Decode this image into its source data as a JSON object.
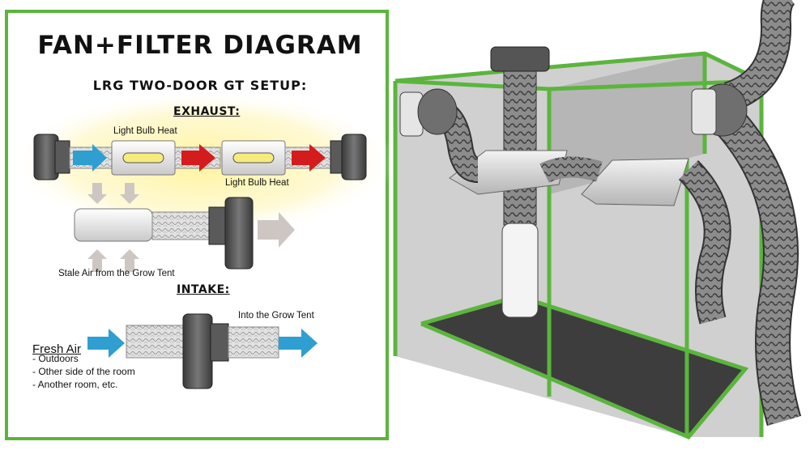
{
  "diagram": {
    "title": "FAN+FILTER DIAGRAM",
    "subtitle": "LRG TWO-DOOR GT SETUP:",
    "exhaust_label": "EXHAUST:",
    "intake_label": "INTAKE:",
    "light_bulb_heat_1": "Light Bulb Heat",
    "light_bulb_heat_2": "Light Bulb Heat",
    "stale_air": "Stale Air from the Grow Tent",
    "into_tent": "Into the Grow Tent",
    "fresh_air": "Fresh Air",
    "fresh_air_sources": [
      "- Outdoors",
      "- Other side of the room",
      "- Another room, etc."
    ]
  },
  "colors": {
    "border_green": "#5bb53d",
    "blue_arrow": "#2e9fd0",
    "red_arrow": "#d41c1c",
    "gray_arrow": "#cdc6c2",
    "glow_yellow": "#fff19a"
  }
}
